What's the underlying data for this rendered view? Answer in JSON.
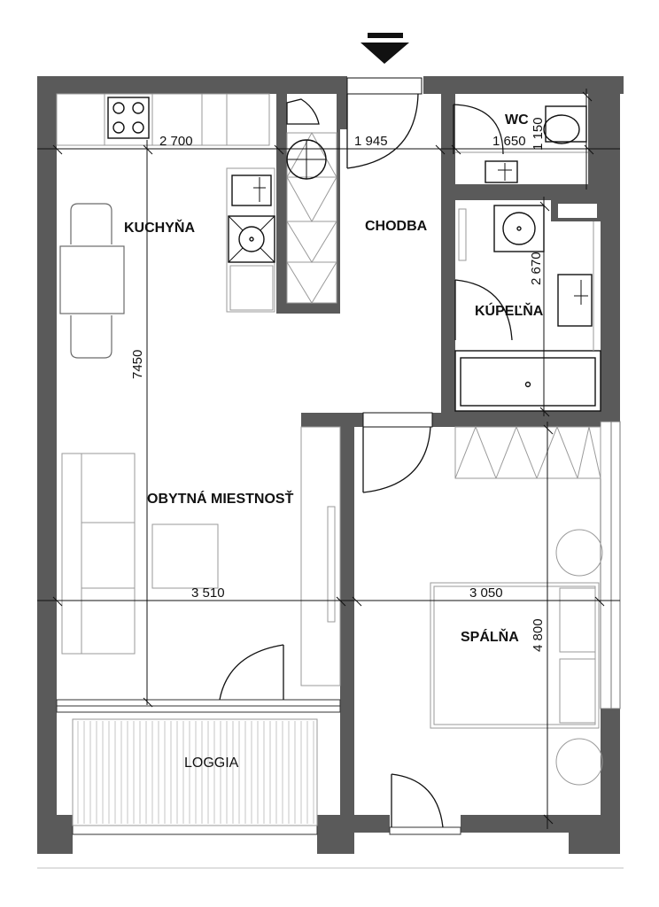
{
  "rooms": {
    "kitchen": "KUCHYŇA",
    "hallway": "CHODBA",
    "wc": "WC",
    "bathroom": "KÚPEĽŇA",
    "living": "OBYTNÁ MIESTNOSŤ",
    "bedroom": "SPÁLŇA",
    "loggia": "LOGGIA"
  },
  "dimensions": {
    "kitchen_width": "2 700",
    "hallway_width": "1 945",
    "wc_width": "1 650",
    "wc_depth": "1 150",
    "bathroom_depth": "2 670",
    "living_length": "7450",
    "living_width": "3 510",
    "bedroom_width": "3 050",
    "bedroom_depth": "4 800"
  },
  "colors": {
    "wall": "#5a5a5a",
    "wall_dark": "#3f3f3f",
    "line": "#111111",
    "furniture": "#9a9a9a"
  },
  "icons": {
    "entrance": "entrance-arrow-icon"
  }
}
